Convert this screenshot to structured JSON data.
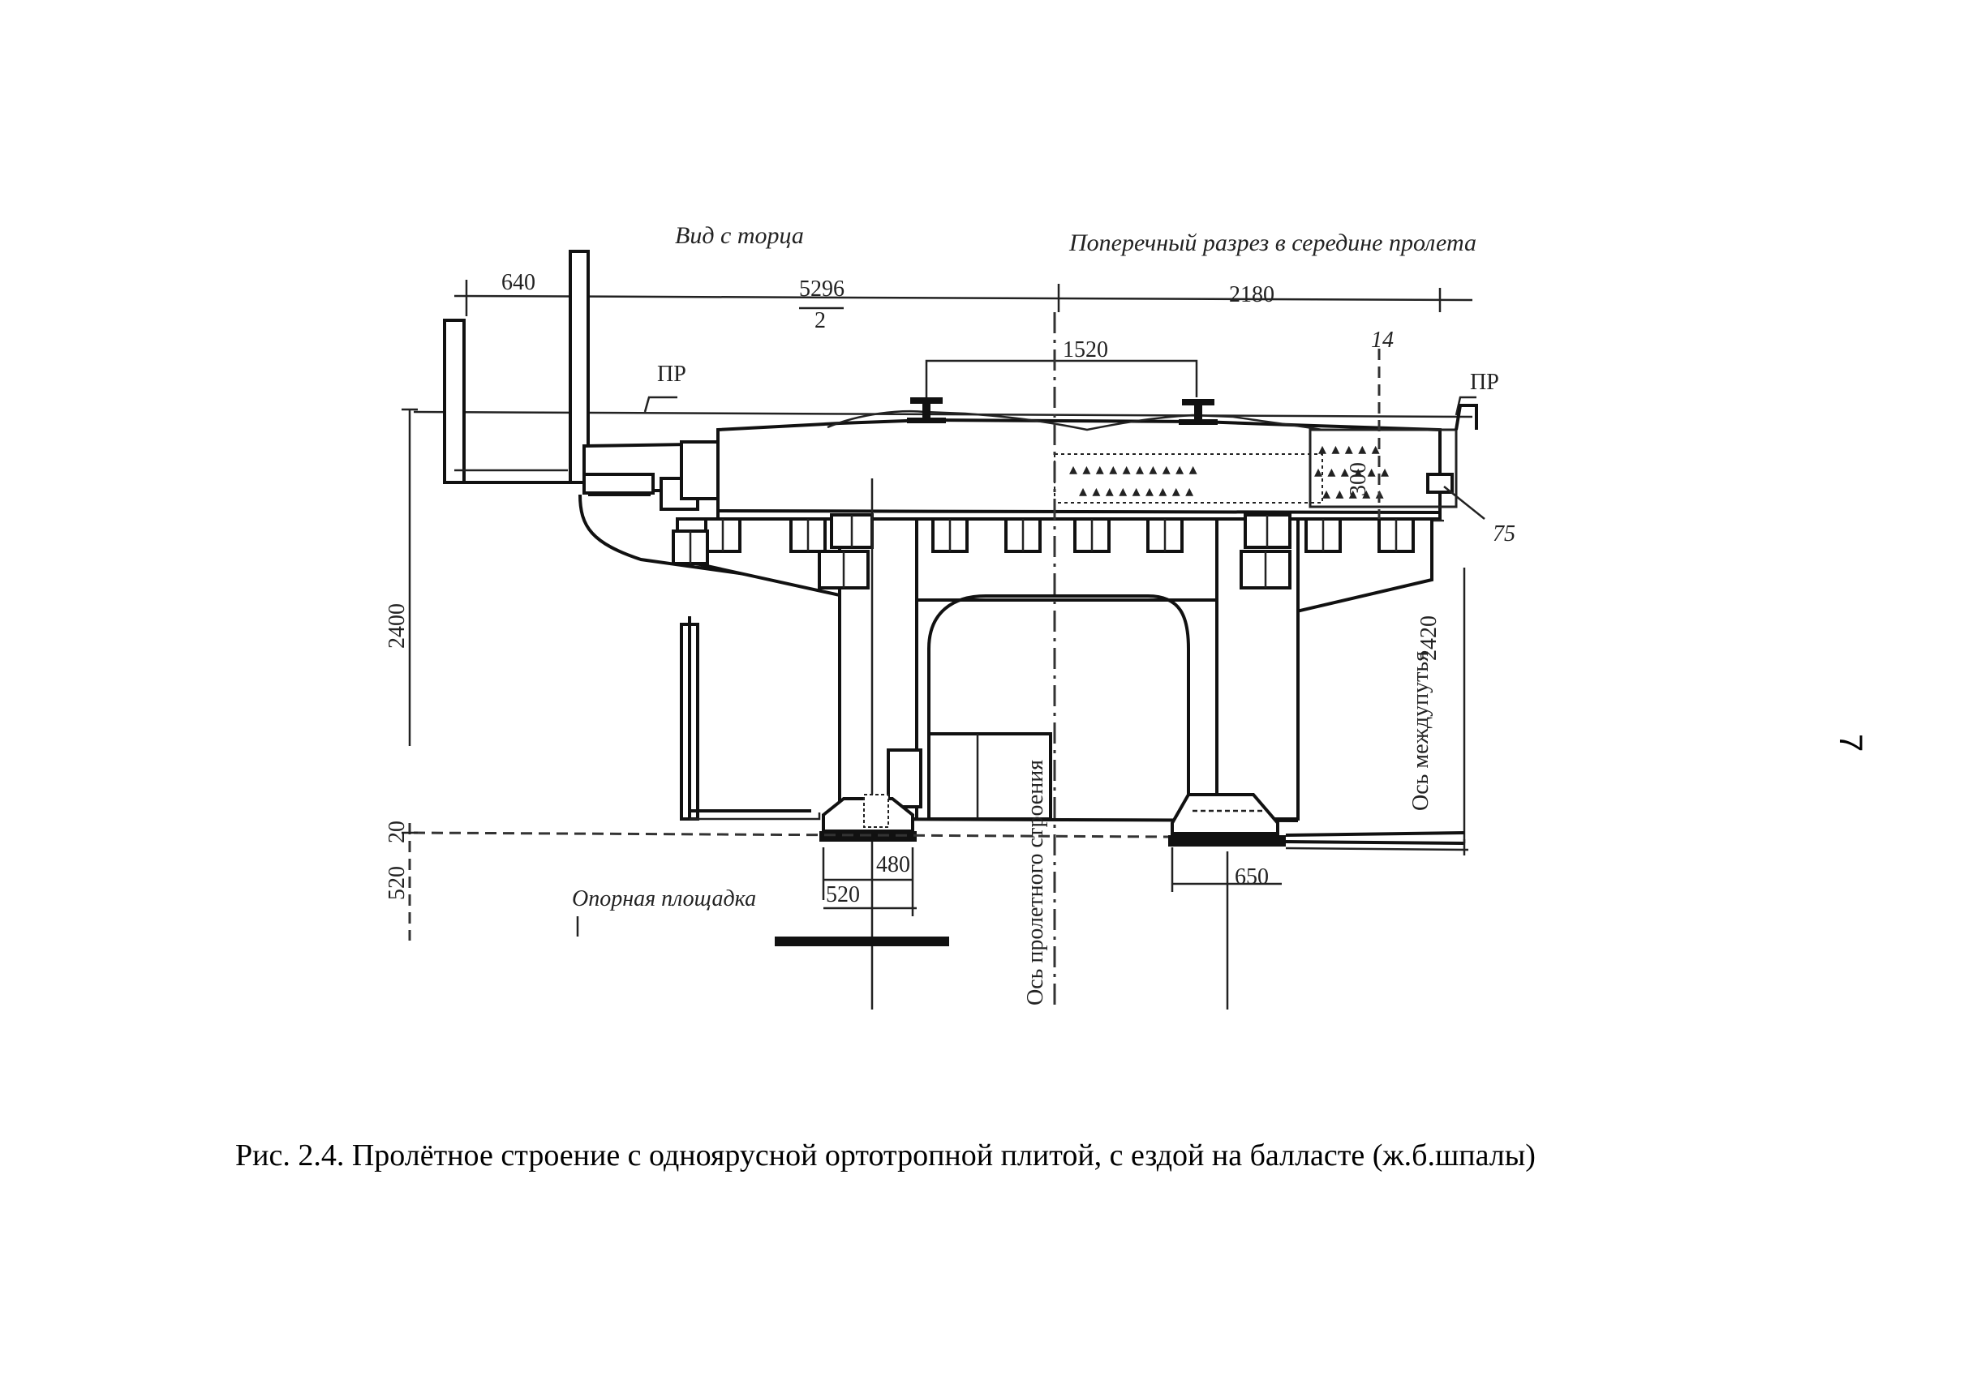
{
  "headers": {
    "end_view": "Вид с торца",
    "cross_section": "Поперечный разрез в середине пролета"
  },
  "dimensions": {
    "d640": "640",
    "d5296": "5296",
    "d5296_div": "2",
    "d2180": "2180",
    "d1520": "1520",
    "d14": "14",
    "d2400": "2400",
    "d2420": "2420",
    "d300": "300",
    "d75": "75",
    "d20": "20",
    "d520_left": "520",
    "d480": "480",
    "d520": "520",
    "d650": "650"
  },
  "labels": {
    "pr_left": "ПР",
    "pr_right": "ПР",
    "bearing_area": "Опорная площадка",
    "span_axis": "Ось пролетного строения",
    "inter_track_axis": "Ось междупутья"
  },
  "caption": "Рис. 2.4. Пролётное строение с одноярусной ортотропной плитой, с ездой на балласте (ж.б.шпалы)",
  "page_number": "7"
}
